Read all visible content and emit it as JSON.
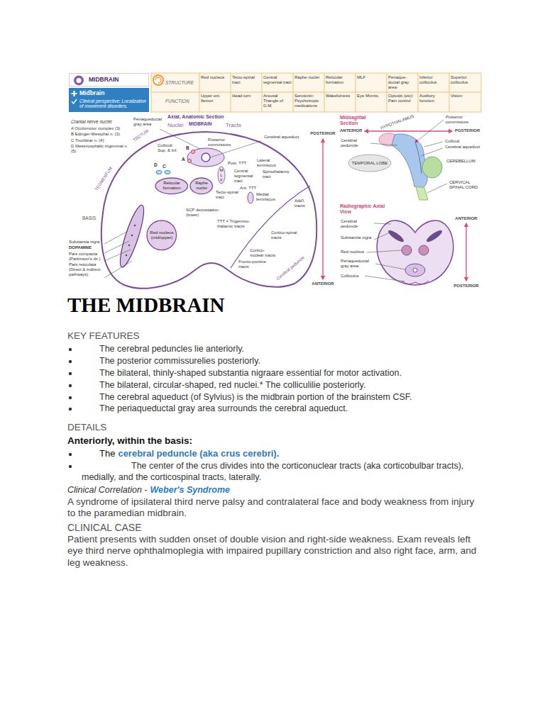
{
  "diagram": {
    "title": "THE MIDBRAIN",
    "nodes": [
      {
        "text": [
          "MIDBRAIN"
        ]
      },
      {
        "text": [
          "Midbrain",
          "Clinical perspective: Localization of movement disorders."
        ]
      },
      {
        "text": [
          "Reticular formation"
        ]
      },
      {
        "text": [
          "Raphe nuclei"
        ]
      },
      {
        "text": [
          "Red nucleus (mid/upper)"
        ]
      }
    ],
    "labels": [
      "STRUCTURE",
      "Red nucleus",
      "Tecto-spinal tract",
      "Central tegmental tract",
      "Raphe nuclei",
      "Reticular formation",
      "MLF",
      "Periaque-ductal gray area",
      "Inferior colliculus",
      "Superior colliculus",
      "FUNCTION",
      "Upper ext. flexion",
      "Head turn",
      "Arousal Triangle of G.M.",
      "Serotonin: Psychotropic medications",
      "Wakefulness",
      "Eye Mvmts.",
      "Opioids (etc): Pain control",
      "Auditory function",
      "Vision",
      "Axial, Anatomic Section",
      "Cranial nerve nuclei",
      "A Oculomotor complex (3)",
      "B Edinger-Westphal n. (3)",
      "C Trochlear n. (4)",
      "D Mesencephalic trigeminal n. (5)",
      "Periaqueductal gray area",
      "Nuclei",
      "MIDBRAIN",
      "Tracts",
      "TECTUM",
      "Colliculi: Sup. & Inf.",
      "Posterior commissure",
      "Cerebral aqueduct",
      "POSTERIOR",
      "B",
      "A",
      "D",
      "C",
      "Post. TTT",
      "MLF",
      "Central tegmental tract",
      "Lateral lemniscus",
      "Spinothalamic tract",
      "TEGMENTUM",
      "Tecto-spinal tract",
      "Ant. TTT",
      "Medial lemniscus",
      "SCP decussation (lower)",
      "TTT = Trigemino-thalamic tracts",
      "BASIS",
      "Add'l. tracts",
      "Cortico-spinal tracts",
      "Substantia nigra",
      "DOPAMINE",
      "Cortico-nuclear tracts",
      "Pars compacta (Parkinson's dz.)",
      "Fronto-pontine tracts",
      "Cerebral peduncle",
      "Pars reticulata (Direct & indirect pathways)",
      "ANTERIOR",
      "Midsagittal Section",
      "HYPOTHALAMUS",
      "Posterior commissure",
      "ANTERIOR",
      "POSTERIOR",
      "Cerebral peduncle",
      "Colliculi",
      "Cerebral aqueduct",
      "TEMPORAL LOBE",
      "CEREBELLUM",
      "CERVICAL SPINAL CORD",
      "Radiographic Axial View",
      "ANTERIOR",
      "Cerebral peduncle",
      "Substantia nigra",
      "Red nucleus",
      "Periaqueductal gray area",
      "Colliculus",
      "POSTERIOR",
      "KEY FEATURES",
      "The cerebral peduncles lie anteriorly.",
      "The posterior commissurelies posteriorly.",
      "The bilateral, thinly-shaped substantia nigraare essential for motor activation.",
      "The bilateral, circular-shaped, red nuclei.* The colliculilie posteriorly.",
      "The cerebral aqueduct (of Sylvius) is the midbrain portion of the brainstem CSF.",
      "The periaqueductal gray area surrounds the cerebral aqueduct.",
      "DETAILS",
      "Anteriorly, within the basis:",
      "The",
      "cerebral peduncle (aka crus cerebri).",
      "The center of the crus divides into the corticonuclear tracts (aka corticobulbar tracts), medially, and the corticospinal tracts, laterally.",
      "Clinical Correlation -",
      "Weber's Syndrome",
      "A syndrome of ipsilateral third nerve palsy and contralateral face and body weakness from injury to the paramedian midbrain.",
      "CLINICAL CASE",
      "Patient presents with sudden onset of double vision and right-side weakness. Exam reveals left eye third nerve ophthalmoplegia with impaired pupillary constriction and also right face, arm, and leg weakness."
    ]
  }
}
